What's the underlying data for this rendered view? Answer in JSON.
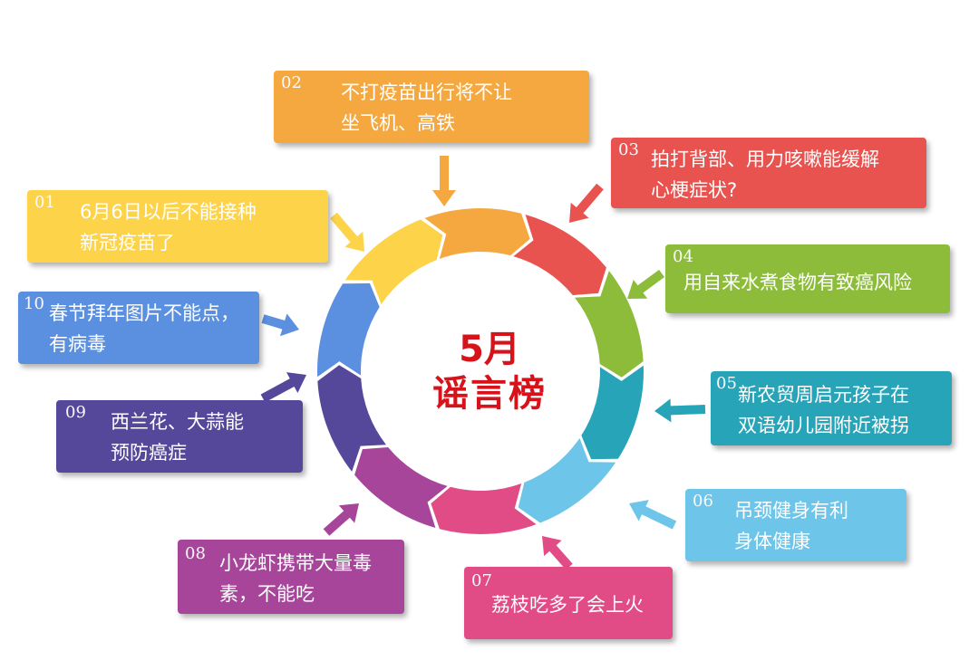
{
  "center": {
    "line1": "5月",
    "line2": "谣言榜"
  },
  "rumors": [
    {
      "num": "01",
      "line1": "6月6日以后不能接种",
      "line2": "新冠疫苗了",
      "color": "#fcd349"
    },
    {
      "num": "02",
      "line1": "不打疫苗出行将不让",
      "line2": "坐飞机、高铁",
      "color": "#f5a840"
    },
    {
      "num": "03",
      "line1": "拍打背部、用力咳嗽能缓解",
      "line2": "心梗症状?",
      "color": "#e9534f"
    },
    {
      "num": "04",
      "line1": "用自来水煮食物有致癌风险",
      "line2": "",
      "color": "#8dbc3b"
    },
    {
      "num": "05",
      "line1": "新农贸周启元孩子在",
      "line2": "双语幼儿园附近被拐",
      "color": "#28a4b8"
    },
    {
      "num": "06",
      "line1": "吊颈健身有利",
      "line2": "身体健康",
      "color": "#6ec5ea"
    },
    {
      "num": "07",
      "line1": "荔枝吃多了会上火",
      "line2": "",
      "color": "#e24c86"
    },
    {
      "num": "08",
      "line1": "小龙虾携带大量毒",
      "line2": "素，不能吃",
      "color": "#a6459a"
    },
    {
      "num": "09",
      "line1": "西兰花、大蒜能",
      "line2": "预防癌症",
      "color": "#55479a"
    },
    {
      "num": "10",
      "line1": "春节拜年图片不能点，",
      "line2": "有病毒",
      "color": "#5b8fe0"
    }
  ]
}
